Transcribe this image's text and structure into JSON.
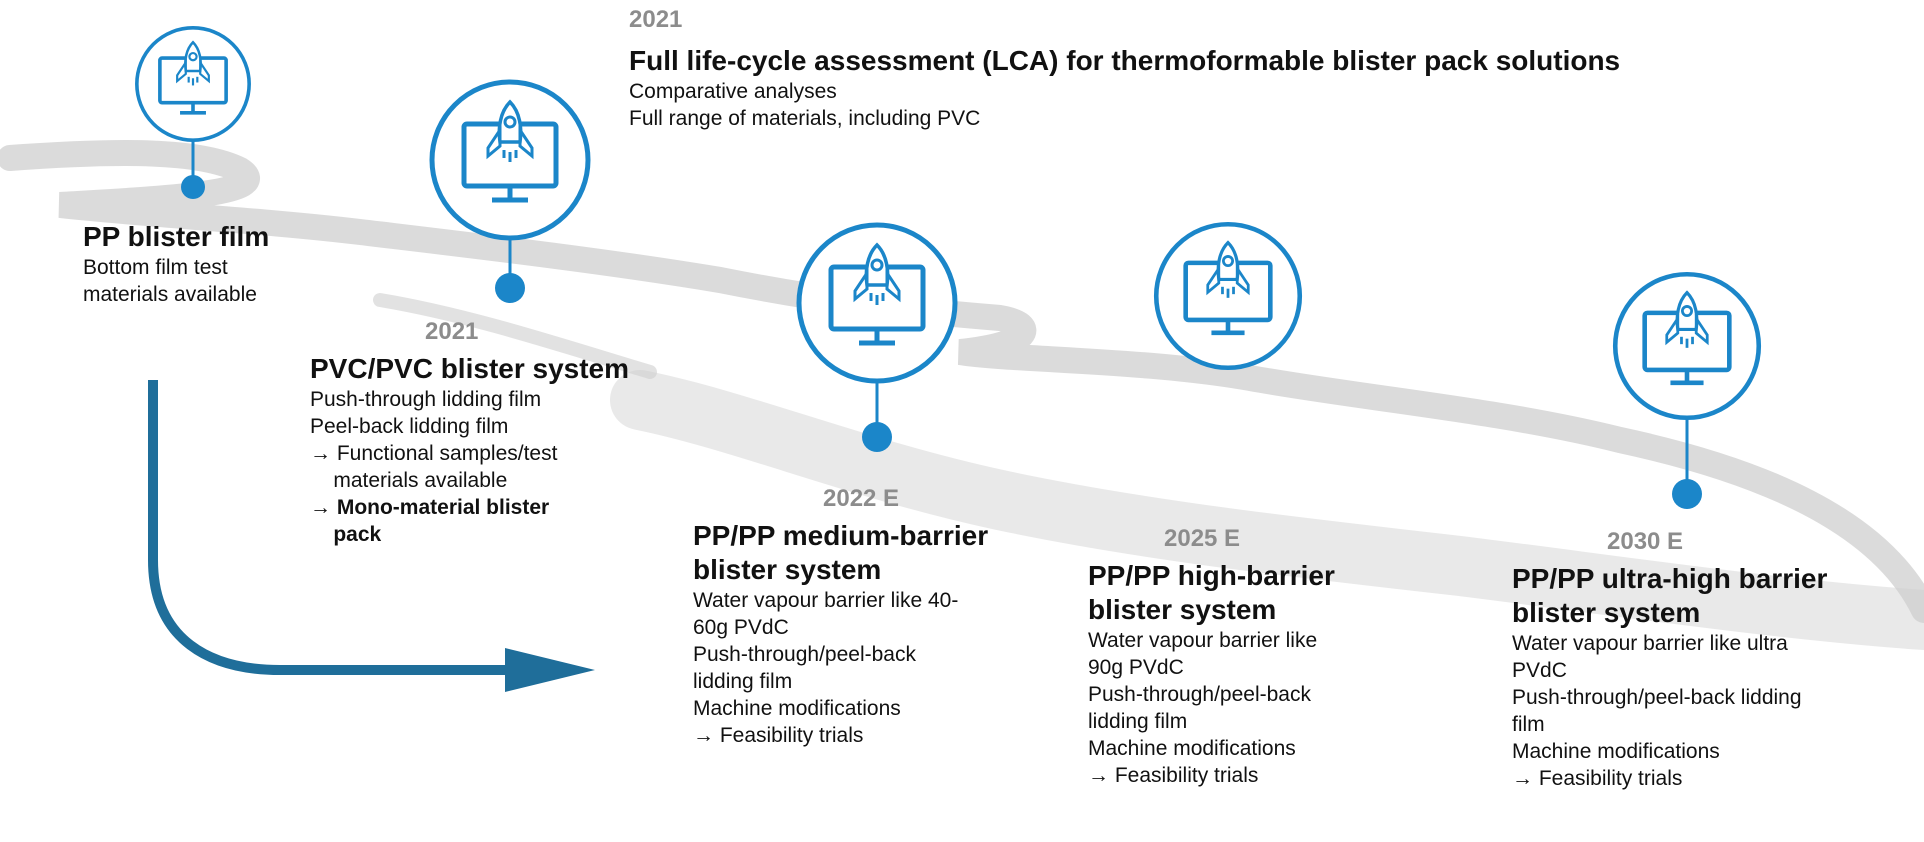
{
  "colors": {
    "accent": "#1b86c9",
    "road": "#c9c9c9",
    "arrow": "#1f6e9a"
  },
  "icon": "rocket-monitor-icon",
  "milestones": [
    {
      "id": "pp-blister-film",
      "year": "",
      "title": "PP blister film",
      "lines": [
        "Bottom film test",
        "materials available"
      ]
    },
    {
      "id": "lca",
      "year": "2021",
      "title": "Full life-cycle assessment (LCA) for thermoformable blister pack solutions",
      "lines": [
        "Comparative analyses",
        "Full range of materials, including PVC"
      ]
    },
    {
      "id": "pvc-pvc",
      "year": "2021",
      "title": "PVC/PVC blister system",
      "lines": [
        "Push-through lidding film",
        "Peel-back lidding film",
        "→ Functional samples/test",
        "    materials available",
        "→ Mono-material blister",
        "    pack"
      ]
    },
    {
      "id": "pp-medium",
      "year": "2022 E",
      "title": "PP/PP medium-barrier blister system",
      "lines": [
        "Water vapour barrier like 40-",
        "60g PVdC",
        "Push-through/peel-back",
        "lidding film",
        "Machine modifications",
        "→ Feasibility trials"
      ]
    },
    {
      "id": "pp-high",
      "year": "2025 E",
      "title": "PP/PP high-barrier blister system",
      "lines": [
        "Water vapour barrier like",
        "90g PVdC",
        "Push-through/peel-back",
        "lidding film",
        "Machine modifications",
        "→ Feasibility trials"
      ]
    },
    {
      "id": "pp-ultra",
      "year": "2030 E",
      "title": "PP/PP ultra-high barrier blister system",
      "lines": [
        "Water vapour barrier like ultra",
        "PVdC",
        "Push-through/peel-back lidding",
        "film",
        "Machine modifications",
        "→ Feasibility trials"
      ]
    }
  ]
}
